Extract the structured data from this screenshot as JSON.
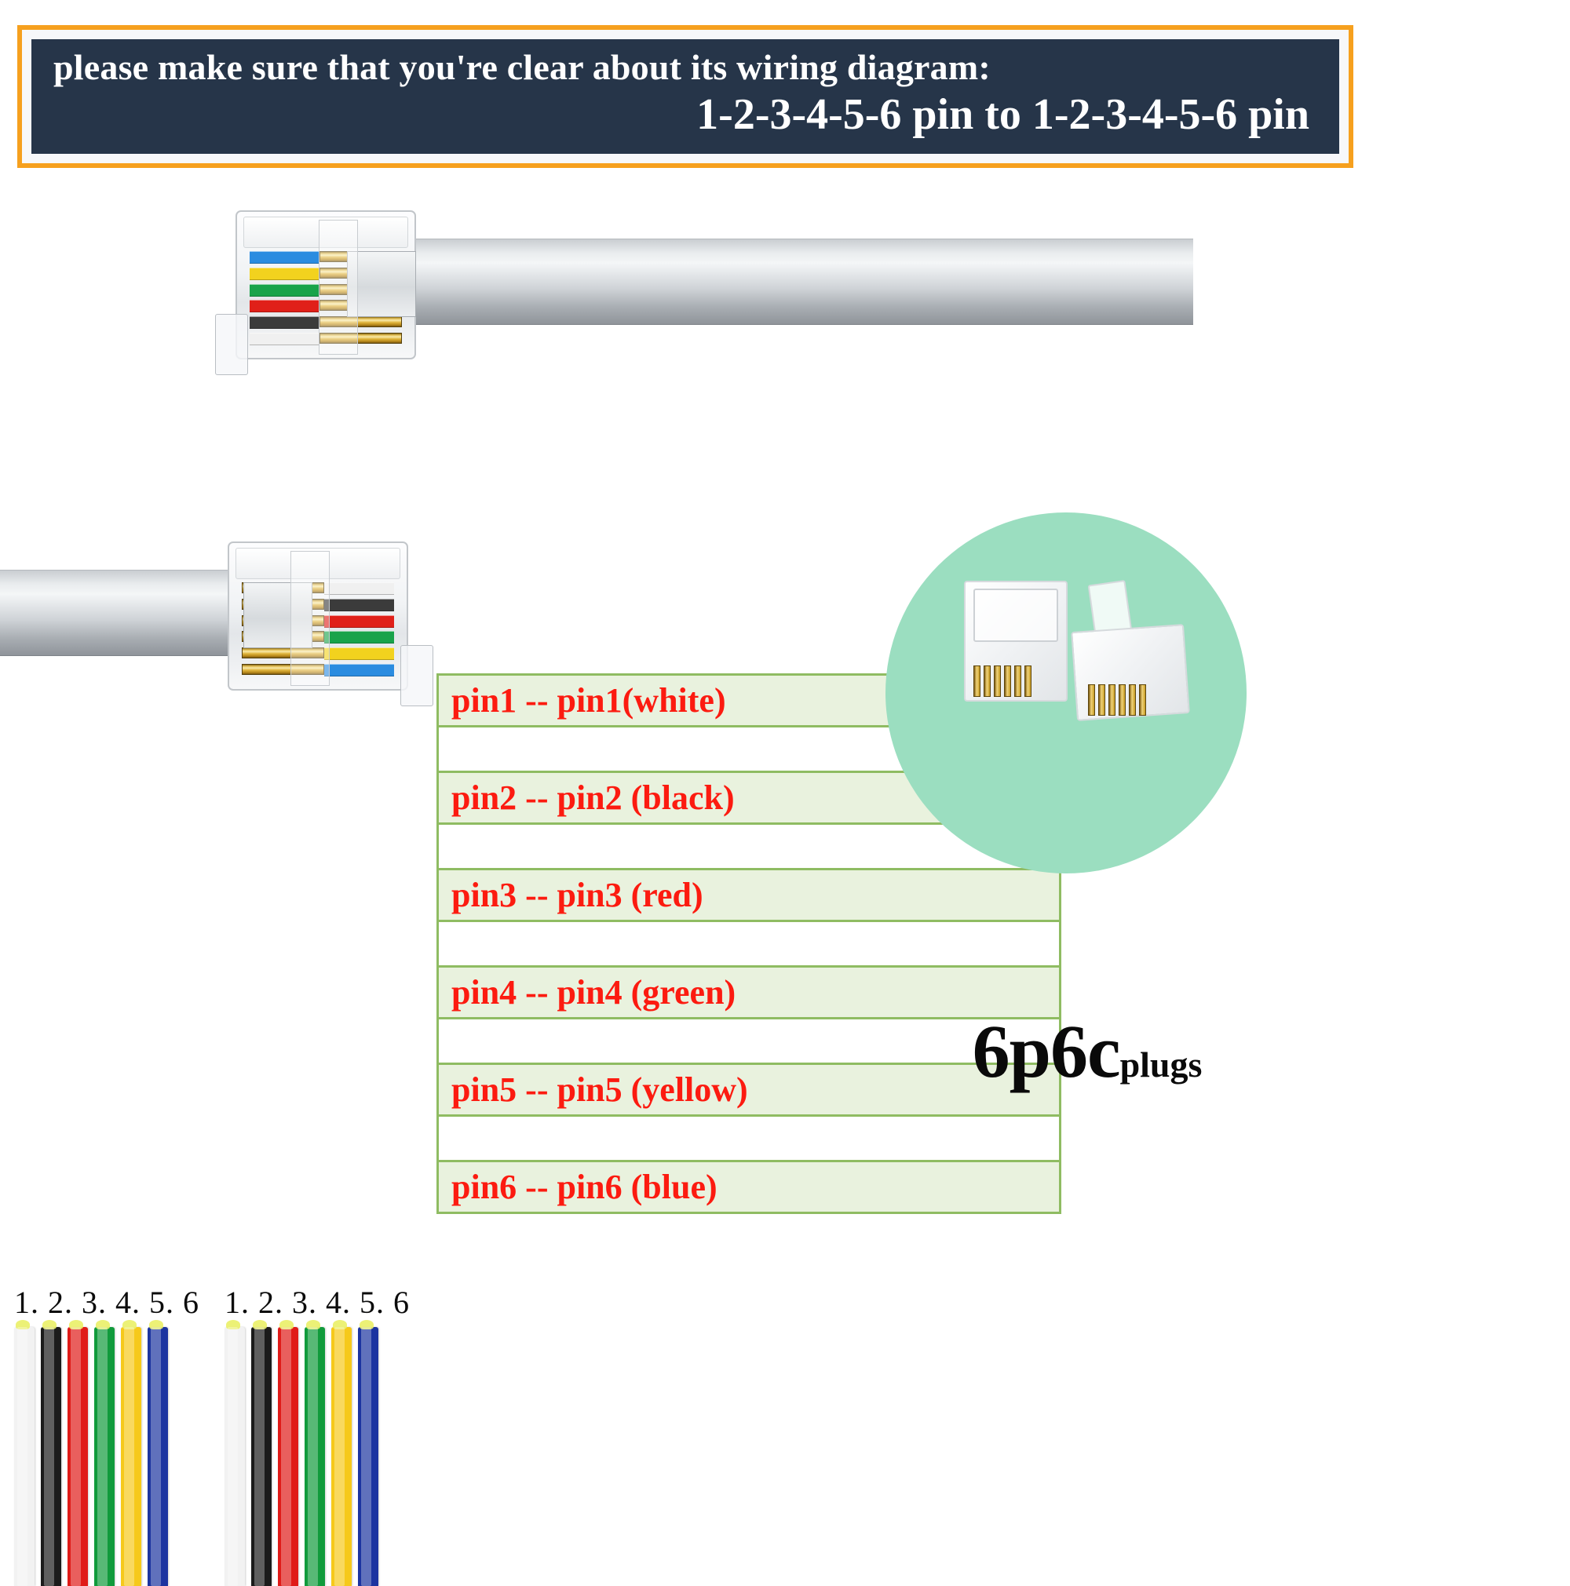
{
  "banner": {
    "line1": "please make sure that you're clear about its wiring diagram:",
    "line2": "1-2-3-4-5-6 pin to 1-2-3-4-5-6 pin",
    "frame_color": "#F6A01E",
    "panel_color": "#263549",
    "text_color": "#FFFFFF"
  },
  "pin_table": {
    "border_color": "#8FBC62",
    "row_fill_color": "#E9F2DE",
    "text_color": "#FC1B10",
    "rows": [
      {
        "text": "pin1  -- pin1(white)",
        "pin": 1,
        "color": "white"
      },
      {
        "text": "pin2  -- pin2 (black)",
        "pin": 2,
        "color": "black"
      },
      {
        "text": "pin3  -- pin3 (red)",
        "pin": 3,
        "color": "red"
      },
      {
        "text": "pin4  -- pin4 (green)",
        "pin": 4,
        "color": "green"
      },
      {
        "text": "pin5  -- pin5 (yellow)",
        "pin": 5,
        "color": "yellow"
      },
      {
        "text": "pin6  -- pin6 (blue)",
        "pin": 6,
        "color": "blue"
      }
    ]
  },
  "badge": {
    "circle_color": "#9BDEC0",
    "label_main": "6p6c",
    "label_sub": "plugs"
  },
  "wire_bundles": [
    {
      "numbers": "1. 2. 3. 4. 5. 6",
      "wires": [
        {
          "name": "white",
          "hex": "#F2F2F2"
        },
        {
          "name": "black",
          "hex": "#1B1B1B"
        },
        {
          "name": "red",
          "hex": "#E01B18"
        },
        {
          "name": "green",
          "hex": "#119B3C"
        },
        {
          "name": "yellow",
          "hex": "#F6C91B"
        },
        {
          "name": "blue",
          "hex": "#1C34A0"
        }
      ]
    },
    {
      "numbers": "1. 2. 3. 4. 5. 6",
      "wires": [
        {
          "name": "white",
          "hex": "#F2F2F2"
        },
        {
          "name": "black",
          "hex": "#1B1B1B"
        },
        {
          "name": "red",
          "hex": "#E01B18"
        },
        {
          "name": "green",
          "hex": "#119B3C"
        },
        {
          "name": "yellow",
          "hex": "#F6C91B"
        },
        {
          "name": "blue",
          "hex": "#1C34A0"
        }
      ]
    }
  ],
  "connectors": [
    {
      "position": "top",
      "wire_order": [
        "#2B8CE0",
        "#F2D21E",
        "#19A34A",
        "#E02019",
        "#3B3B3B",
        "#F0F0F0"
      ]
    },
    {
      "position": "bottom",
      "wire_order": [
        "#F0F0F0",
        "#3B3B3B",
        "#E02019",
        "#19A34A",
        "#F2D21E",
        "#2B8CE0"
      ]
    }
  ]
}
